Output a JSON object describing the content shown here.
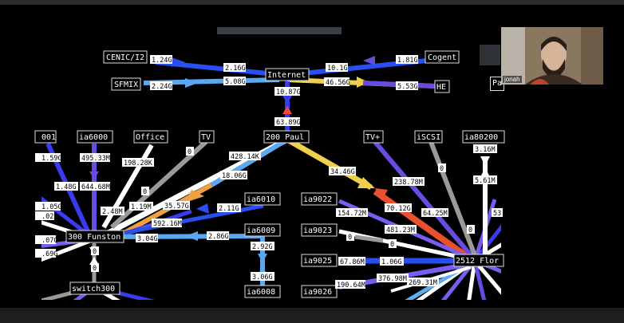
{
  "participant": {
    "name": "jonah"
  },
  "truncated_box_label": "Pa",
  "nodes": {
    "cenic": "CENIC/I2",
    "sfmix": "SFMIX",
    "internet": "Internet",
    "cogent": "Cogent",
    "he": "HE",
    "paul": "200 Paul",
    "n001": "001",
    "ia6000": "ia6000",
    "office": "Office",
    "tv": "TV",
    "tvplus": "TV+",
    "iscsi": "iSCSI",
    "ia80200": "ia80200",
    "ia6010": "ia6010",
    "ia6009": "ia6009",
    "ia6008": "ia6008",
    "ia9022": "ia9022",
    "ia9023": "ia9023",
    "ia9025": "ia9025",
    "ia9026": "ia9026",
    "funston": "300 Funston",
    "switch300": "switch300",
    "flor": "2512 Flor"
  },
  "labels": {
    "l1": "1.24G",
    "l2": "2.16G",
    "l3": "10.1G",
    "l4": "1.81G",
    "l5": "2.24G",
    "l6": "5.08G",
    "l7": "46.56G",
    "l8": "5.53G",
    "l9": "10.87G",
    "l10": "63.89G",
    "l11": "1.59G",
    "l12": "495.33M",
    "l13": "198.28K",
    "l14": "0",
    "l15": "428.14K",
    "l16": "18.06G",
    "l17": "34.46G",
    "l18": "238.78M",
    "l19": "0",
    "l20": "3.16M",
    "l21": "1.48G",
    "l22": "644.68M",
    "l23": "0",
    "l24": "5.61M",
    "l25": "1.05G",
    "l26": "2.48M",
    "l27": "1.19M",
    "l28": "35.57G",
    "l29": "2.11G",
    "l30": "154.72M",
    "l31": "70.12G",
    "l32": "64.25M",
    "l33": "53",
    "l34": "592.16M",
    "l35": "481.23M",
    "l36": ".02",
    "l37": ".07G",
    "l38": "3.04G",
    "l39": "2.86G",
    "l40": "0",
    "l41": "0",
    "l42": "0",
    "l43": ".69G",
    "l44": "2.92G",
    "l45": "67.86M",
    "l46": "1.06G",
    "l47": "0",
    "l48": "0",
    "l49": "3.06G",
    "l50": "190.64M",
    "l51": "376.98M",
    "l52": "269.31M"
  }
}
